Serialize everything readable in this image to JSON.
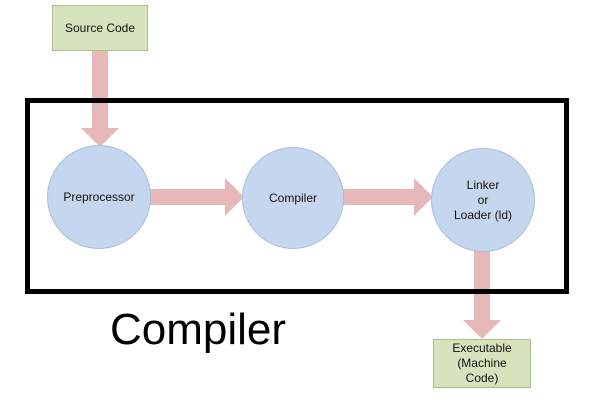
{
  "colors": {
    "rect_fill": "#d6e3bc",
    "circle_fill": "#c5d7ef",
    "arrow_fill": "#e6b8b7",
    "frame": "#000000"
  },
  "nodes": {
    "source": {
      "label": "Source Code"
    },
    "preprocessor": {
      "label": "Preprocessor"
    },
    "compiler": {
      "label": "Compiler"
    },
    "linker": {
      "line1": "Linker",
      "line2": "or",
      "line3": "Loader (ld)"
    },
    "executable": {
      "line1": "Executable",
      "line2": "(Machine",
      "line3": "Code)"
    }
  },
  "container": {
    "title": "Compiler"
  }
}
